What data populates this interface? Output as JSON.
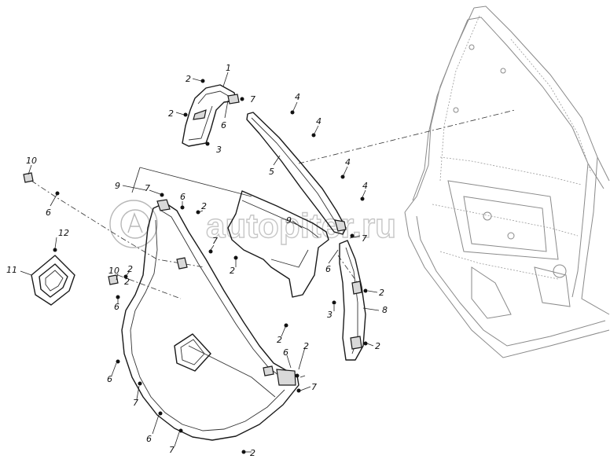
{
  "watermark": "autopiter.ru",
  "callouts": {
    "c1": "1",
    "c2a": "2",
    "c2b": "2",
    "c3a": "3",
    "c4a": "4",
    "c4b": "4",
    "c4c": "4",
    "c4d": "4",
    "c5": "5",
    "c6a": "6",
    "c7a": "7",
    "c10a": "10",
    "c6b": "6",
    "c9a": "9",
    "c7b": "7",
    "c6c": "6",
    "c2c": "2",
    "c9b": "9",
    "c7c": "7",
    "c12": "12",
    "c11": "11",
    "c7d": "7",
    "c2d": "2",
    "c2e": "2",
    "c6d": "6",
    "c2f": "2",
    "c10b": "10",
    "c6e": "6",
    "c3b": "3",
    "c8": "8",
    "c2g": "2",
    "c2h": "2",
    "c6f": "6",
    "c2i": "2",
    "c2j": "2",
    "c7e": "7",
    "c6g": "6",
    "c7f": "7",
    "c6h": "6",
    "c7g": "7",
    "c2k": "2"
  }
}
